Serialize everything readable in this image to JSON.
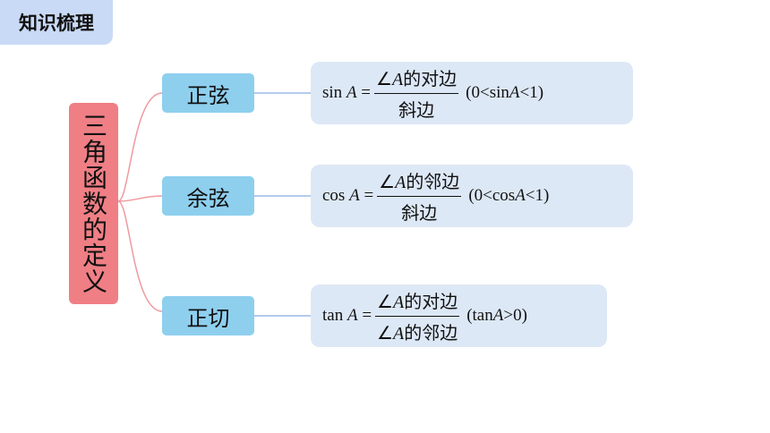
{
  "header": {
    "title": "知识梳理"
  },
  "root": {
    "label": "三角函数的定义"
  },
  "branches": [
    {
      "label": "正弦",
      "formula": {
        "lhs": "sin",
        "var": "A",
        "num_prefix": "∠",
        "num_var": "A",
        "num_text": "的对边",
        "den_prefix": "",
        "den_var": "",
        "den_text": "斜边",
        "cond_pre": "(0<sin",
        "cond_var": "A",
        "cond_post": "<1)"
      }
    },
    {
      "label": "余弦",
      "formula": {
        "lhs": "cos",
        "var": "A",
        "num_prefix": "∠",
        "num_var": "A",
        "num_text": "的邻边",
        "den_prefix": "",
        "den_var": "",
        "den_text": "斜边",
        "cond_pre": "(0<cos",
        "cond_var": "A",
        "cond_post": "<1)"
      }
    },
    {
      "label": "正切",
      "formula": {
        "lhs": "tan",
        "var": "A",
        "num_prefix": "∠",
        "num_var": "A",
        "num_text": "的对边",
        "den_prefix": "∠",
        "den_var": "A",
        "den_text": "的邻边",
        "cond_pre": "(tan",
        "cond_var": "A",
        "cond_post": ">0)"
      }
    }
  ],
  "colors": {
    "root": "#ef7f85",
    "branch": "#8ecfee",
    "box": "#dde8f6",
    "title": "#c9daf6",
    "connector_root": "#ef9aa0",
    "connector_box": "#9bb8e8"
  }
}
